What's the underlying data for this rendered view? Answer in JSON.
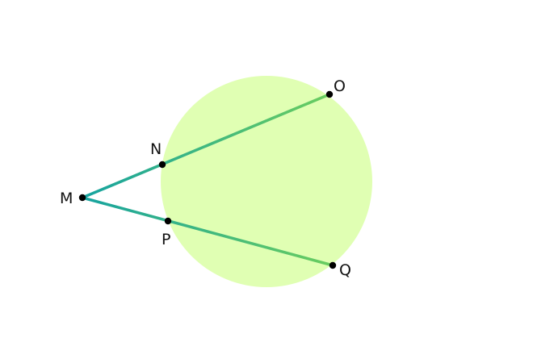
{
  "diagram": {
    "points": {
      "M": "M",
      "N": "N",
      "O": "O",
      "P": "P",
      "Q": "Q"
    },
    "colors": {
      "circle_fill": "#e0ffb3",
      "segment_outer": "#16a3a0",
      "segment_inner": "#6acd5f",
      "point": "#000000",
      "label": "#111111"
    }
  }
}
